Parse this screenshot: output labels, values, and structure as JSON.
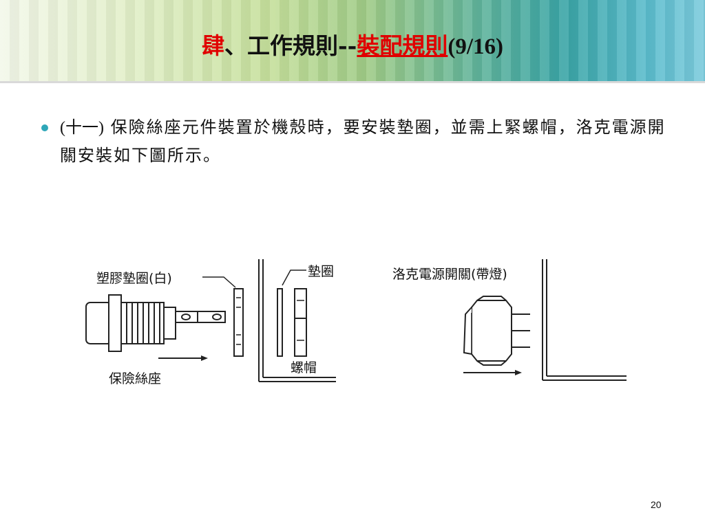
{
  "slide": {
    "title": {
      "part1": "肆",
      "part2": "、工作規則--",
      "part3": "裝配規則",
      "part4": "(9/16)"
    },
    "bullet": {
      "number": "(十一)",
      "text": " 保險絲座元件裝置於機殼時，要安裝墊圈，並需上緊螺帽，洛克電源開關安裝如下圖所示。"
    },
    "figure": {
      "label_plastic_washer": "塑膠墊圈(白)",
      "label_washer": "墊圈",
      "label_fuse_holder": "保險絲座",
      "label_nut": "螺帽",
      "label_rocker": "洛克電源開關(帶燈)"
    },
    "page_number": "20",
    "colors": {
      "accent_red": "#e00000",
      "bullet": "#2ea7b8"
    }
  }
}
